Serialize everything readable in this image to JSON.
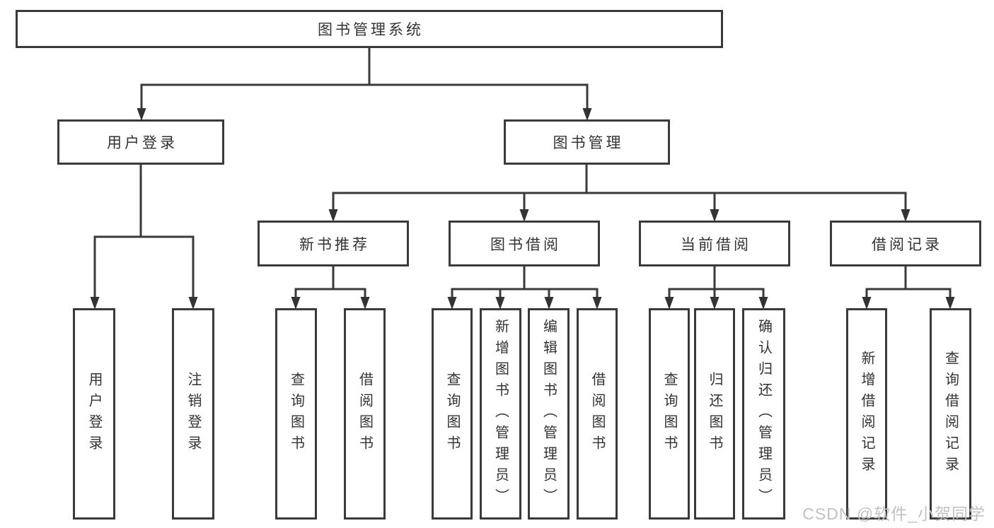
{
  "diagram": {
    "title": "图书管理系统",
    "root": {
      "label": "图书管理系统"
    },
    "branches": [
      {
        "label": "用户登录",
        "children": [
          "用户登录",
          "注销登录"
        ]
      },
      {
        "label": "图书管理",
        "groups": [
          {
            "label": "新书推荐",
            "children": [
              "查询图书",
              "借阅图书"
            ]
          },
          {
            "label": "图书借阅",
            "children": [
              "查询图书",
              "新增图书（管理员）",
              "编辑图书（管理员）",
              "借阅图书"
            ]
          },
          {
            "label": "当前借阅",
            "children": [
              "查询图书",
              "归还图书",
              "确认归还（管理员）"
            ]
          },
          {
            "label": "借阅记录",
            "children": [
              "新增借阅记录",
              "查询借阅记录"
            ]
          }
        ]
      }
    ]
  },
  "watermark": "CSDN @软件_小贺同学",
  "colors": {
    "line": "#3a3a3a",
    "box_border": "#3a3a3a",
    "box_background": "#ffffff",
    "text": "#333333",
    "watermark": "#c2c1c5",
    "page_background": "#ffffff"
  }
}
